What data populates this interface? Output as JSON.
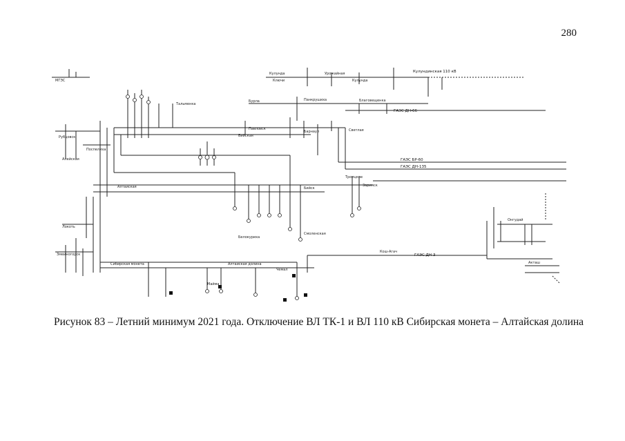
{
  "page_number": "280",
  "caption": "Рисунок 83 – Летний минимум 2021 года. Отключение ВЛ ТК-1 и ВЛ 110 кВ Сибирская монета – Алтайская долина",
  "schematic": {
    "labels": {
      "top_right": "Кулундинская 110 кВ",
      "gaes_dn66": "ГАЭС ДН-66",
      "gaes_br60": "ГАЭС БР-60",
      "gaes_dn135": "ГАЭС ДН-135",
      "gaes_dn3": "ГАЭС ДН-3"
    }
  }
}
